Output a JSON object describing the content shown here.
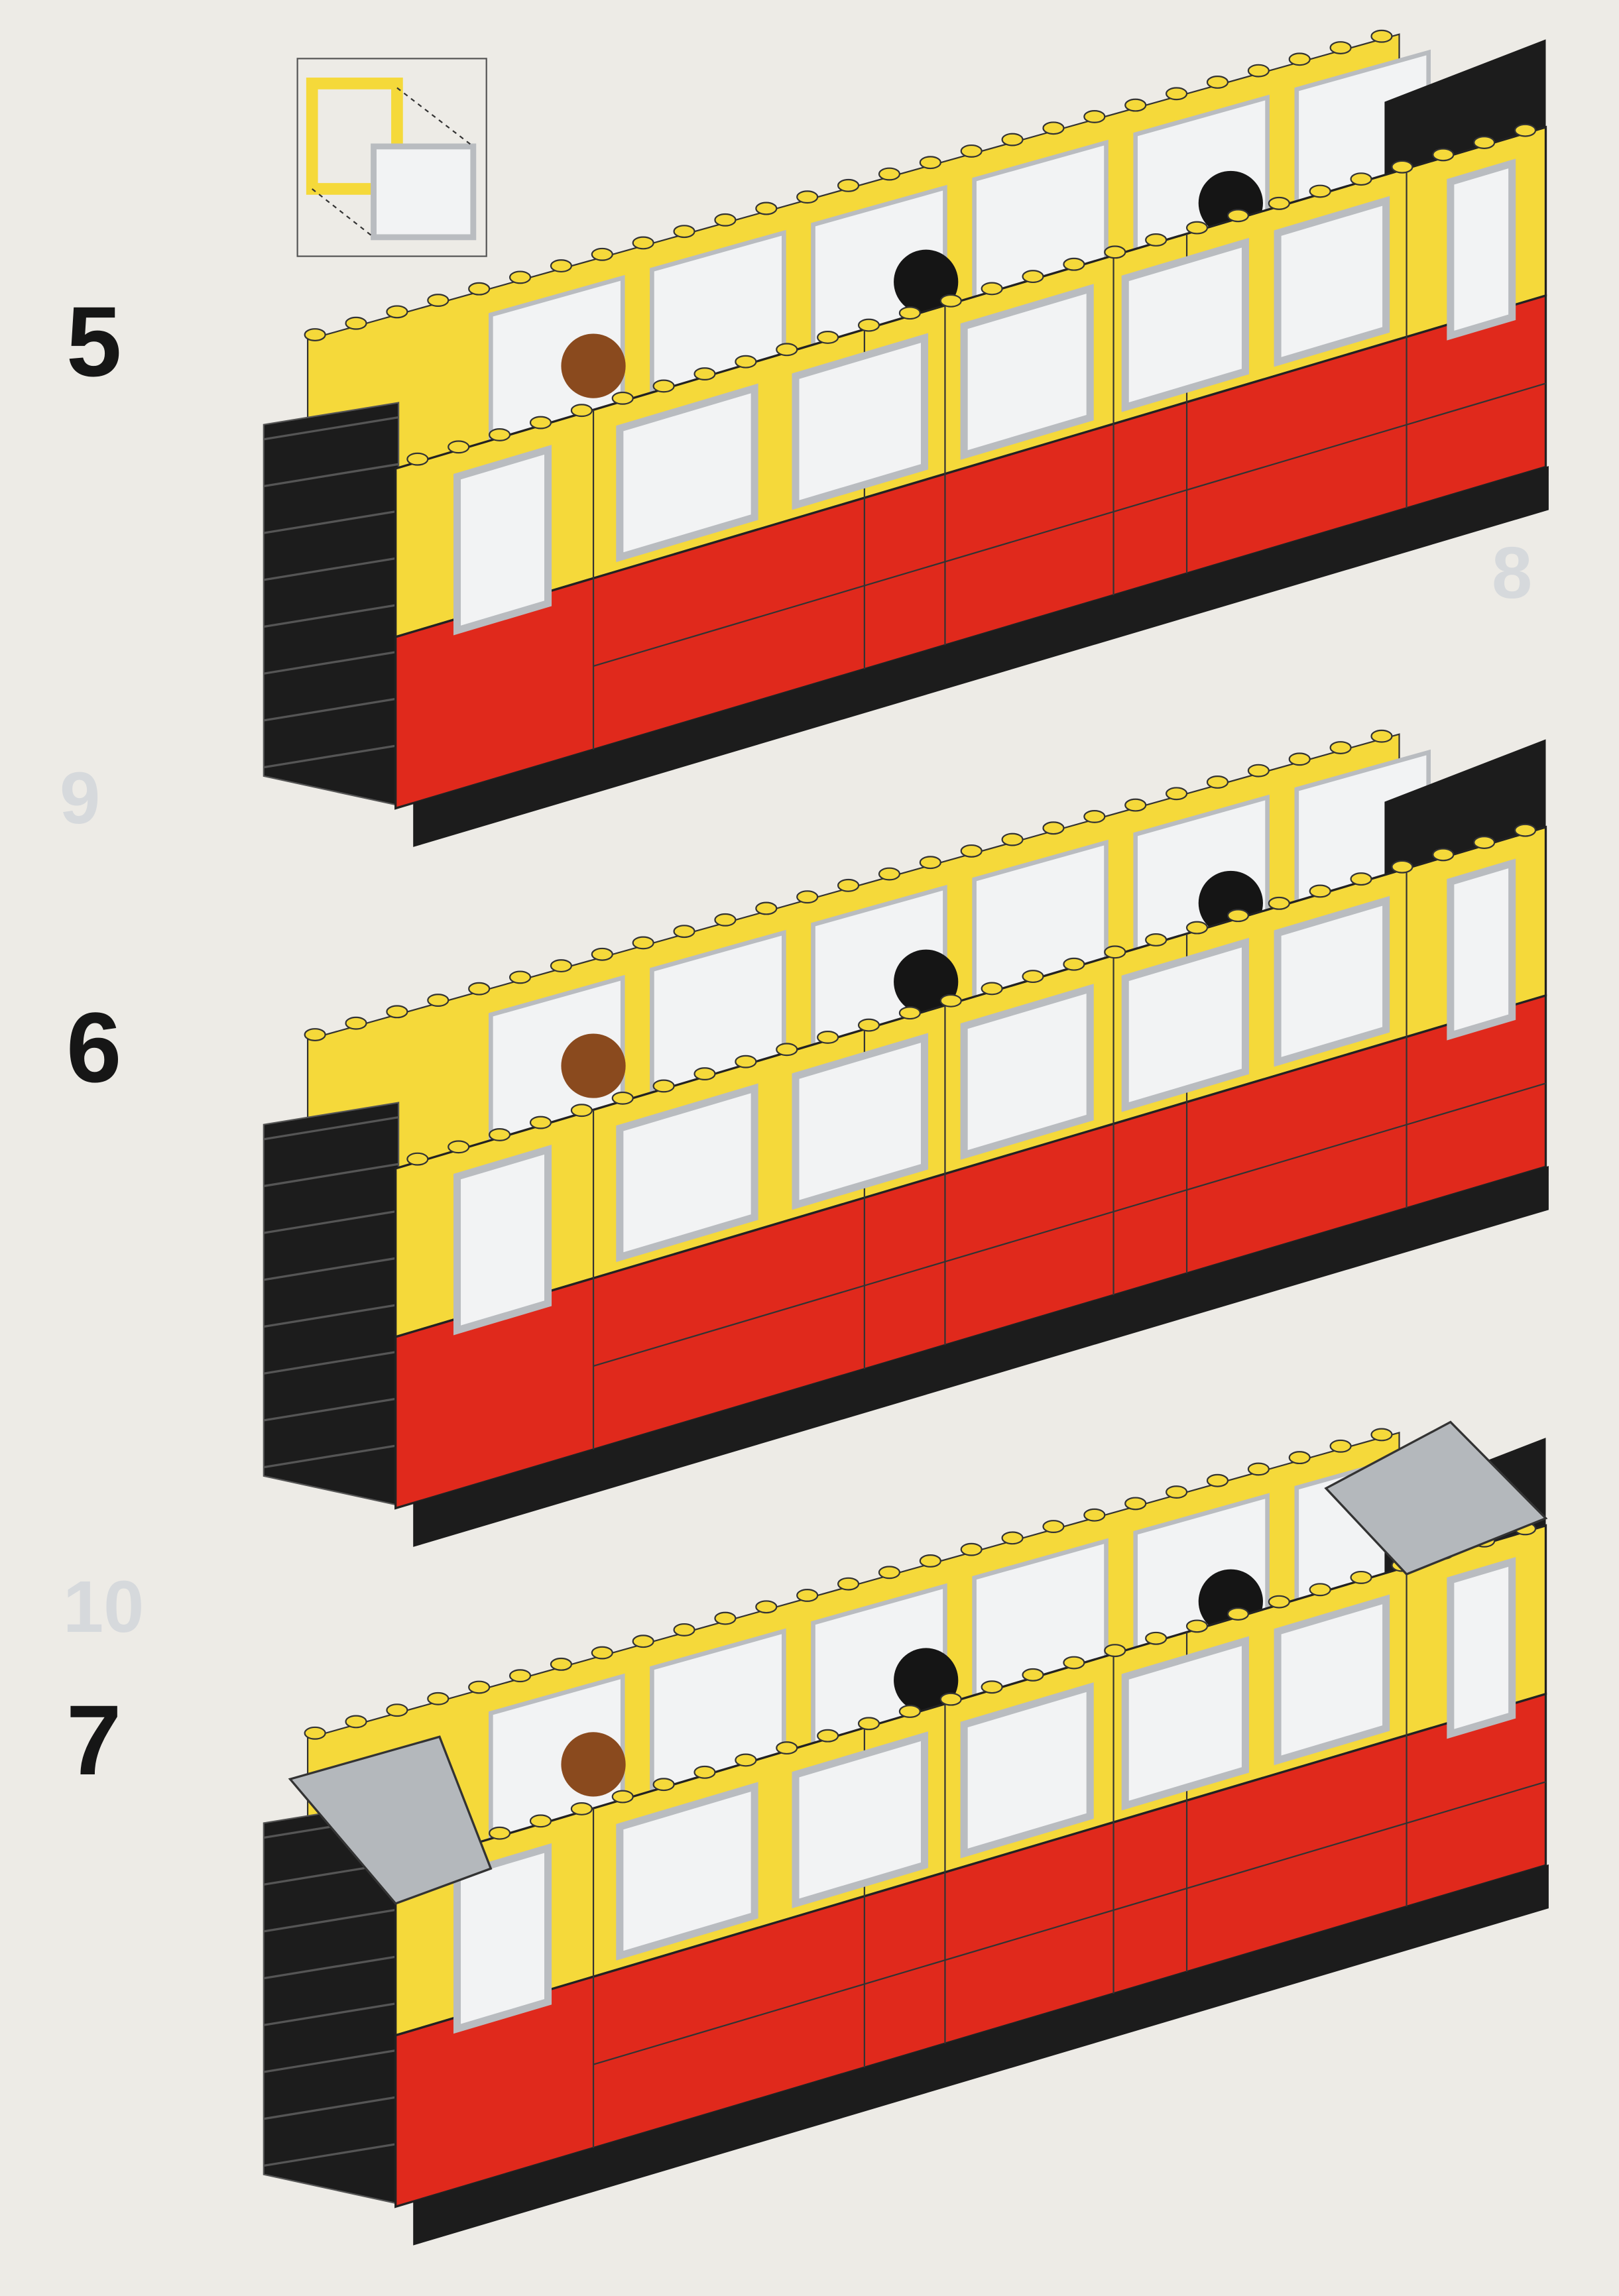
{
  "steps": [
    {
      "number": "5",
      "end_pieces": "none",
      "has_inset": true
    },
    {
      "number": "6",
      "end_pieces": "none",
      "has_inset": false
    },
    {
      "number": "7",
      "end_pieces": "gray-slopes",
      "has_inset": false
    }
  ],
  "ghost_numbers": [
    "8",
    "9",
    "10"
  ],
  "colors": {
    "yellow": "#f5d93a",
    "yellow_shade": "#e8c62a",
    "red": "#e0291c",
    "red_shade": "#c9231a",
    "black": "#1c1c1c",
    "window_frame": "#b9bcc0",
    "window_glass": "#f2f3f4",
    "gray_slope": "#b4b8bc",
    "hair_brown": "#8a4a1e",
    "hair_black": "#151515"
  }
}
